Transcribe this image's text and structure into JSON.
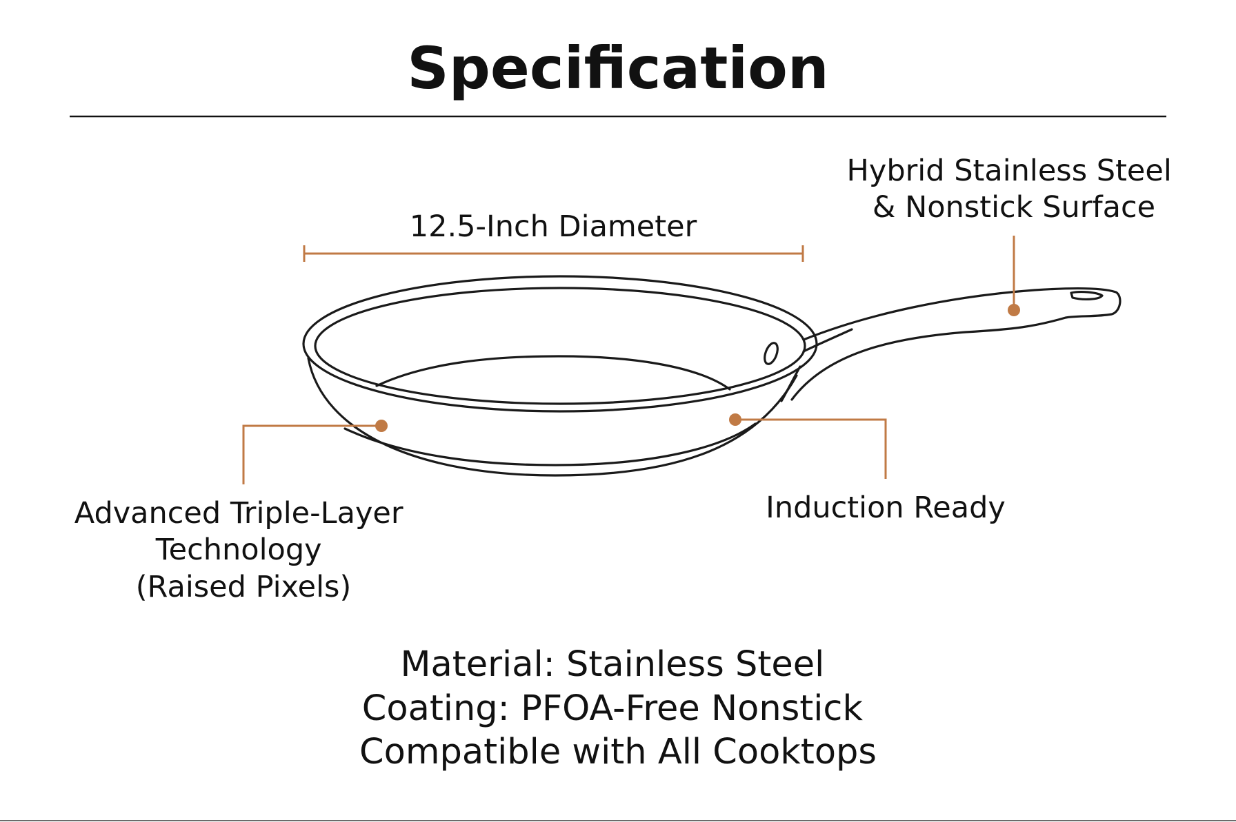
{
  "title": "Specification",
  "colors": {
    "accent": "#C07A45",
    "ink": "#111111",
    "background": "#ffffff"
  },
  "annotations": {
    "diameter": "12.5-Inch Diameter",
    "surface": [
      "Hybrid Stainless Steel",
      "& Nonstick Surface"
    ],
    "layers": [
      "Advanced Triple-Layer",
      "Technology",
      "(Raised Pixels)"
    ],
    "induction": "Induction Ready"
  },
  "specs": [
    "Material: Stainless Steel",
    "Coating: PFOA-Free Nonstick",
    "Compatible with All Cooktops"
  ]
}
